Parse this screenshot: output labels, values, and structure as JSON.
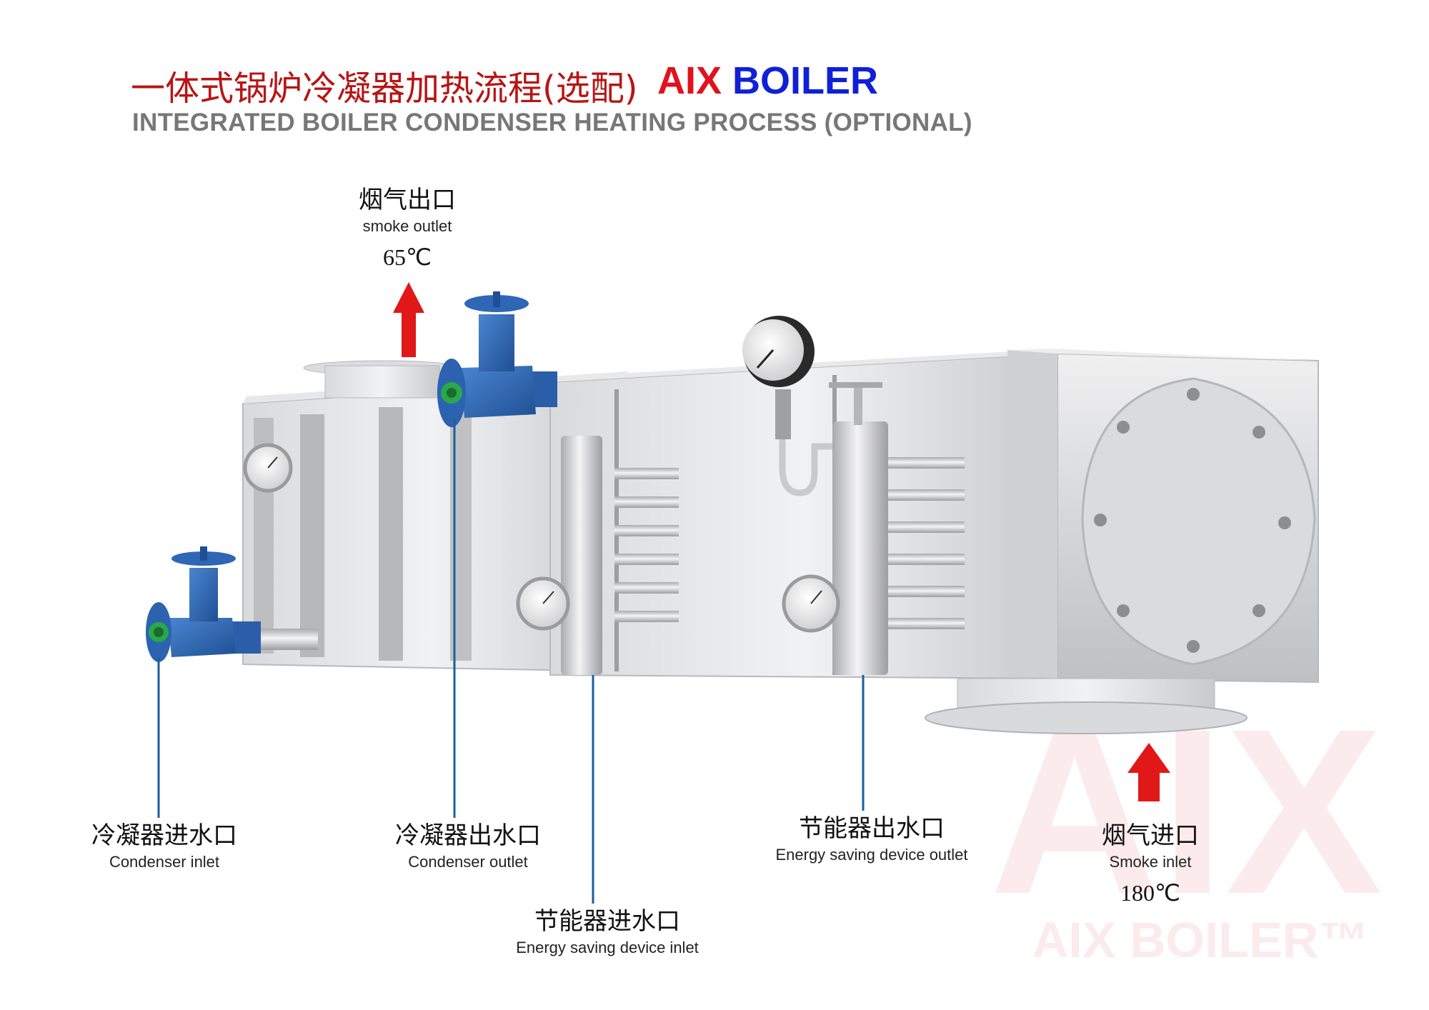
{
  "header": {
    "title_cn": "一体式锅炉冷凝器加热流程(选配)",
    "brand_part1": "AIX",
    "brand_part2": "BOILER",
    "title_en": "INTEGRATED BOILER CONDENSER HEATING PROCESS (OPTIONAL)"
  },
  "labels": {
    "smoke_outlet": {
      "cn": "烟气出口",
      "en": "smoke outlet",
      "temp": "65℃"
    },
    "smoke_inlet": {
      "cn": "烟气进口",
      "en": "Smoke inlet",
      "temp": "180℃"
    },
    "condenser_inlet": {
      "cn": "冷凝器进水口",
      "en": "Condenser inlet"
    },
    "condenser_outlet": {
      "cn": "冷凝器出水口",
      "en": "Condenser outlet"
    },
    "energy_inlet": {
      "cn": "节能器进水口",
      "en": "Energy saving device inlet"
    },
    "energy_outlet": {
      "cn": "节能器出水口",
      "en": "Energy saving device outlet"
    }
  },
  "watermark": {
    "text": "AIX",
    "subtext": "AIX BOILER™"
  },
  "colors": {
    "title_red": "#b81414",
    "brand_red": "#e0121c",
    "brand_blue": "#1020d8",
    "arrow_red": "#e01818",
    "leader_blue": "#1a5fa0",
    "valve_blue": "#2b63b0",
    "valve_green": "#2aa84a"
  }
}
